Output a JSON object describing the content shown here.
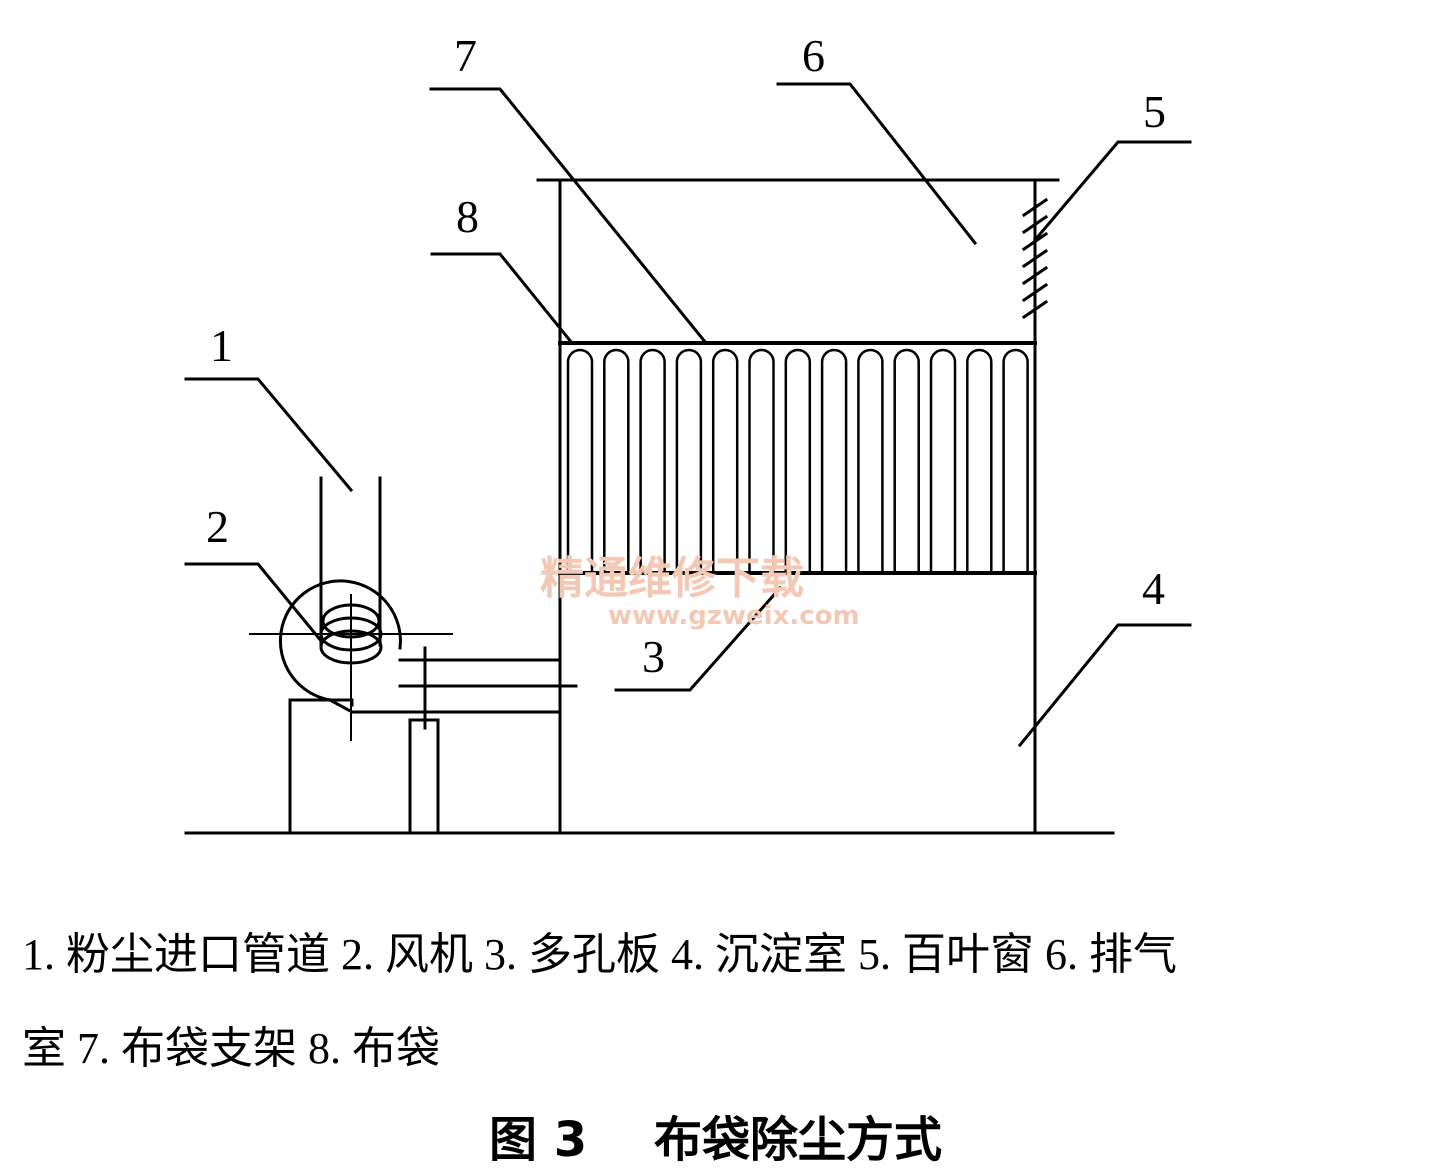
{
  "labels": {
    "l1": "1",
    "l2": "2",
    "l3": "3",
    "l4": "4",
    "l5": "5",
    "l6": "6",
    "l7": "7",
    "l8": "8"
  },
  "watermark": {
    "text": "精通维修下载",
    "url": "www.gzweix.com"
  },
  "caption": {
    "line1": "1. 粉尘进口管道 2. 风机 3. 多孔板 4. 沉淀室 5. 百叶窗 6. 排气",
    "line2": "室 7. 布袋支架 8. 布袋"
  },
  "figure_title": "图 3    布袋除尘方式"
}
